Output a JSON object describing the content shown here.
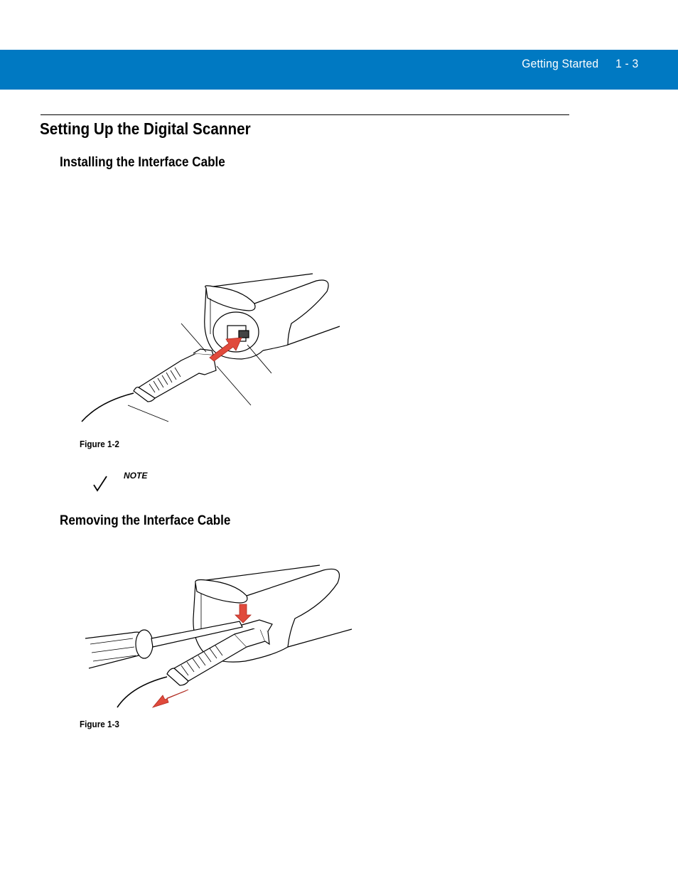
{
  "header": {
    "section": "Getting Started",
    "page_number": "1 - 3",
    "band_color": "#0079c2"
  },
  "page": {
    "title": "Setting Up the Digital Scanner",
    "sections": [
      {
        "heading": "Installing the Interface Cable",
        "figure_caption": "Figure 1-2"
      },
      {
        "heading": "Removing the Interface Cable",
        "figure_caption": "Figure 1-3"
      }
    ],
    "note": {
      "label": "NOTE",
      "icon": "checkmark-icon"
    }
  }
}
